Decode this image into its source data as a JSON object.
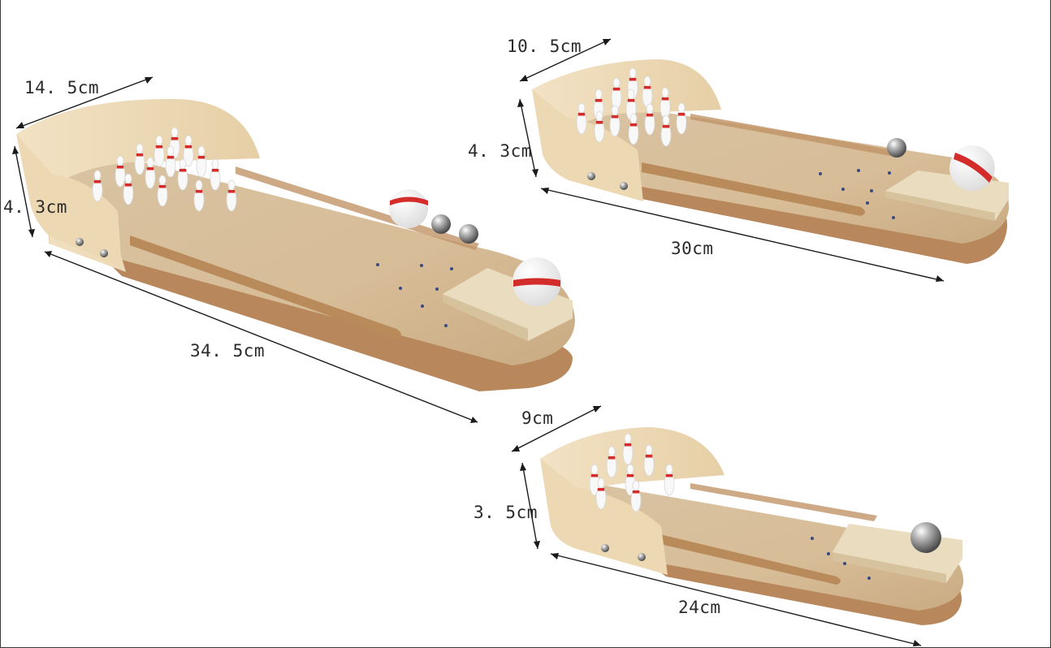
{
  "product": {
    "large": {
      "width_label": "14. 5cm",
      "height_label": "4. 3cm",
      "length_label": "34. 5cm"
    },
    "medium": {
      "width_label": "10. 5cm",
      "height_label": "4. 3cm",
      "length_label": "30cm"
    },
    "small": {
      "width_label": "9cm",
      "height_label": "3. 5cm",
      "length_label": "24cm"
    }
  },
  "colors": {
    "wood_top": "#dcc4a0",
    "wood_wall": "#efdcbc",
    "board_edge": "#b8875c",
    "pin_red": "#d42b2b",
    "steel_ball": "#9a9a9a"
  }
}
